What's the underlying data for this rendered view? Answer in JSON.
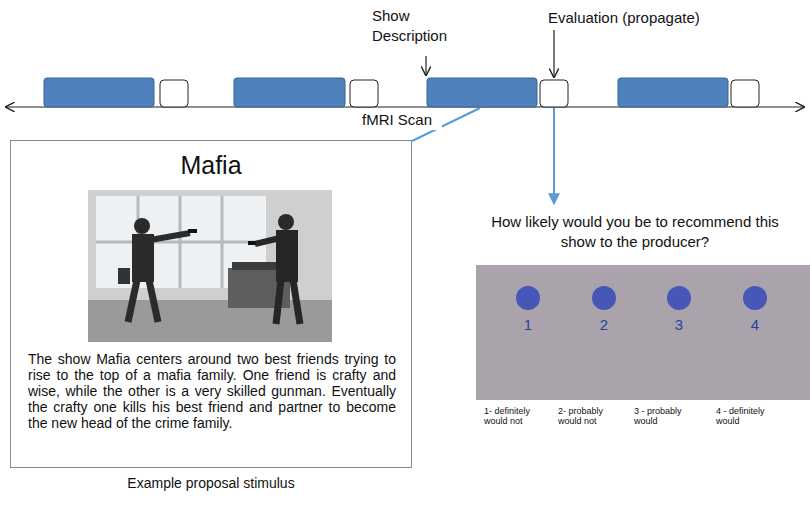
{
  "diagram": {
    "nodes": [
      {
        "text": [
          "Mafia",
          "The show Mafia centers around two best friends trying to rise to the top of a mafia family. One friend is crafty and wise, while the other is a very skilled gunman. Eventually the crafty one kills his best friend and partner to become the new head of the crime family."
        ]
      },
      {
        "text": [
          "1",
          "2",
          "3",
          "4"
        ]
      }
    ],
    "labels": [
      "Show Description",
      "Evaluation (propagate)",
      "fMRI Scan",
      "How likely would you be to recommend this show to the producer?",
      "1- definitely would not",
      "2- probably would not",
      "3 - probably would",
      "4 - definitely would",
      "Example proposal stimulus"
    ]
  }
}
